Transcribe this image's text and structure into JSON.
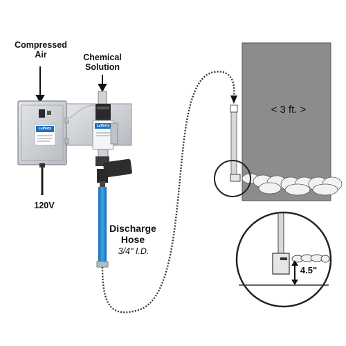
{
  "labels": {
    "compressed_air_line1": "Compressed",
    "compressed_air_line2": "Air",
    "chemical_solution_line1": "Chemical",
    "chemical_solution_line2": "Solution",
    "voltage": "120V",
    "discharge_hose_line1": "Discharge",
    "discharge_hose_line2": "Hose",
    "hose_size": "3/4\" I.D.",
    "distance": "< 3 ft. >",
    "height": "4.5\""
  },
  "branding": {
    "cabinet_logo": "Lafferty",
    "injector_logo": "Lafferty"
  },
  "colors": {
    "hose_blue": "#2b8fd6",
    "wall_gray": "#8c8c8c",
    "foam_white": "#f2f2f2",
    "panel_steel": "#c9ccd0"
  }
}
